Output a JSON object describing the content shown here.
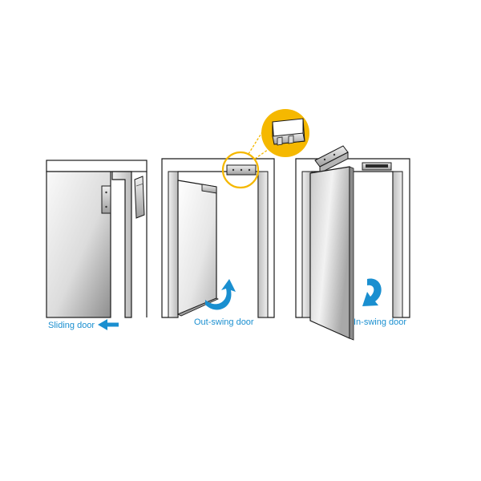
{
  "colors": {
    "accent": "#1a8fd0",
    "callout": "#f5b800",
    "outline": "#1a1a1a",
    "door_light": "#f4f4f4",
    "door_dark": "#9a9a9a"
  },
  "panels": [
    {
      "caption": "Sliding door",
      "arrow_icon": "left-arrow-icon"
    },
    {
      "caption": "Out-swing door",
      "arrow_icon": "curved-arrow-up-icon"
    },
    {
      "caption": "In-swing door",
      "arrow_icon": "curved-arrow-down-icon"
    }
  ]
}
